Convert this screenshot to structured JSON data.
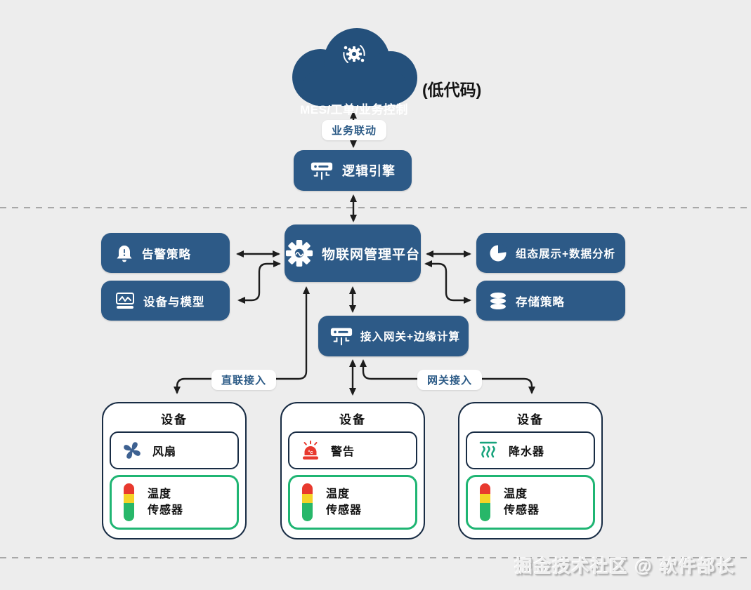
{
  "cloud": {
    "label": "MES/工单/业务控制",
    "side_note": "(低代码)",
    "icon": "automation-gears-icon"
  },
  "connector_labels": {
    "business_link": "业务联动",
    "direct_access": "直联接入",
    "gateway_access": "网关接入"
  },
  "nodes": {
    "logic_engine": {
      "label": "逻辑引擎",
      "icon": "gateway-hub-icon"
    },
    "platform": {
      "label": "物联网管理平台",
      "icon": "gear-icon"
    },
    "alarm_policy": {
      "label": "告警策略",
      "icon": "alarm-bell-icon"
    },
    "device_model": {
      "label": "设备与模型",
      "icon": "device-wave-icon"
    },
    "scada": {
      "label": "组态展示+数据分析",
      "icon": "pie-chart-icon"
    },
    "storage": {
      "label": "存储策略",
      "icon": "database-icon"
    },
    "edge_gateway": {
      "label": "接入网关+边缘计算",
      "icon": "gateway-hub-icon"
    }
  },
  "devices": [
    {
      "title": "设备",
      "peripheral": {
        "label": "风扇",
        "icon": "fan-icon"
      },
      "sensor": {
        "line1": "温度",
        "line2": "传感器",
        "icon": "tower-light-icon"
      }
    },
    {
      "title": "设备",
      "peripheral": {
        "label": "警告",
        "icon": "siren-icon",
        "icon_text": "°c"
      },
      "sensor": {
        "line1": "温度",
        "line2": "传感器",
        "icon": "tower-light-icon"
      }
    },
    {
      "title": "设备",
      "peripheral": {
        "label": "降水器",
        "icon": "sprinkler-icon"
      },
      "sensor": {
        "line1": "温度",
        "line2": "传感器",
        "icon": "tower-light-icon"
      }
    }
  ],
  "watermark": "掘金技术社区 @ 软件部长",
  "colors": {
    "background": "#ededed",
    "node_blue": "#2d5a87",
    "cloud_blue": "#24507b",
    "accent_green": "#1fb573",
    "alert_red": "#e8392e",
    "fan_blue": "#3d6191",
    "sprinkler_green": "#17a37c",
    "tower_yellow": "#f5d327",
    "arrow_dark": "#1d1d1d"
  }
}
